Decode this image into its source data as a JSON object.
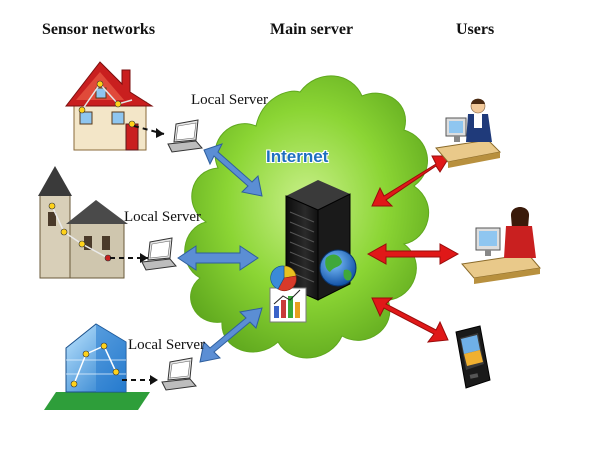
{
  "headings": {
    "sensor_networks": "Sensor networks",
    "main_server": "Main server",
    "users": "Users"
  },
  "local_servers": [
    {
      "label": "Local Server"
    },
    {
      "label": "Local Server"
    },
    {
      "label": "Local Server"
    }
  ],
  "internet_label": "Internet",
  "colors": {
    "cloud": "#8bd534",
    "cloud_dark": "#5fa81e",
    "local_link_arrow": "#5b8ed4",
    "user_link_arrow": "#e01818",
    "internet_text": "#1e6fc0"
  },
  "icons": {
    "sensor_sites": [
      "house-icon",
      "church-icon",
      "office-building-icon"
    ],
    "local_servers": [
      "laptop-icon",
      "laptop-icon",
      "laptop-icon"
    ],
    "main_server": [
      "server-tower-icon",
      "globe-icon",
      "chart-icon"
    ],
    "users": [
      "desktop-user-icon",
      "female-desktop-user-icon",
      "smartphone-icon"
    ]
  }
}
